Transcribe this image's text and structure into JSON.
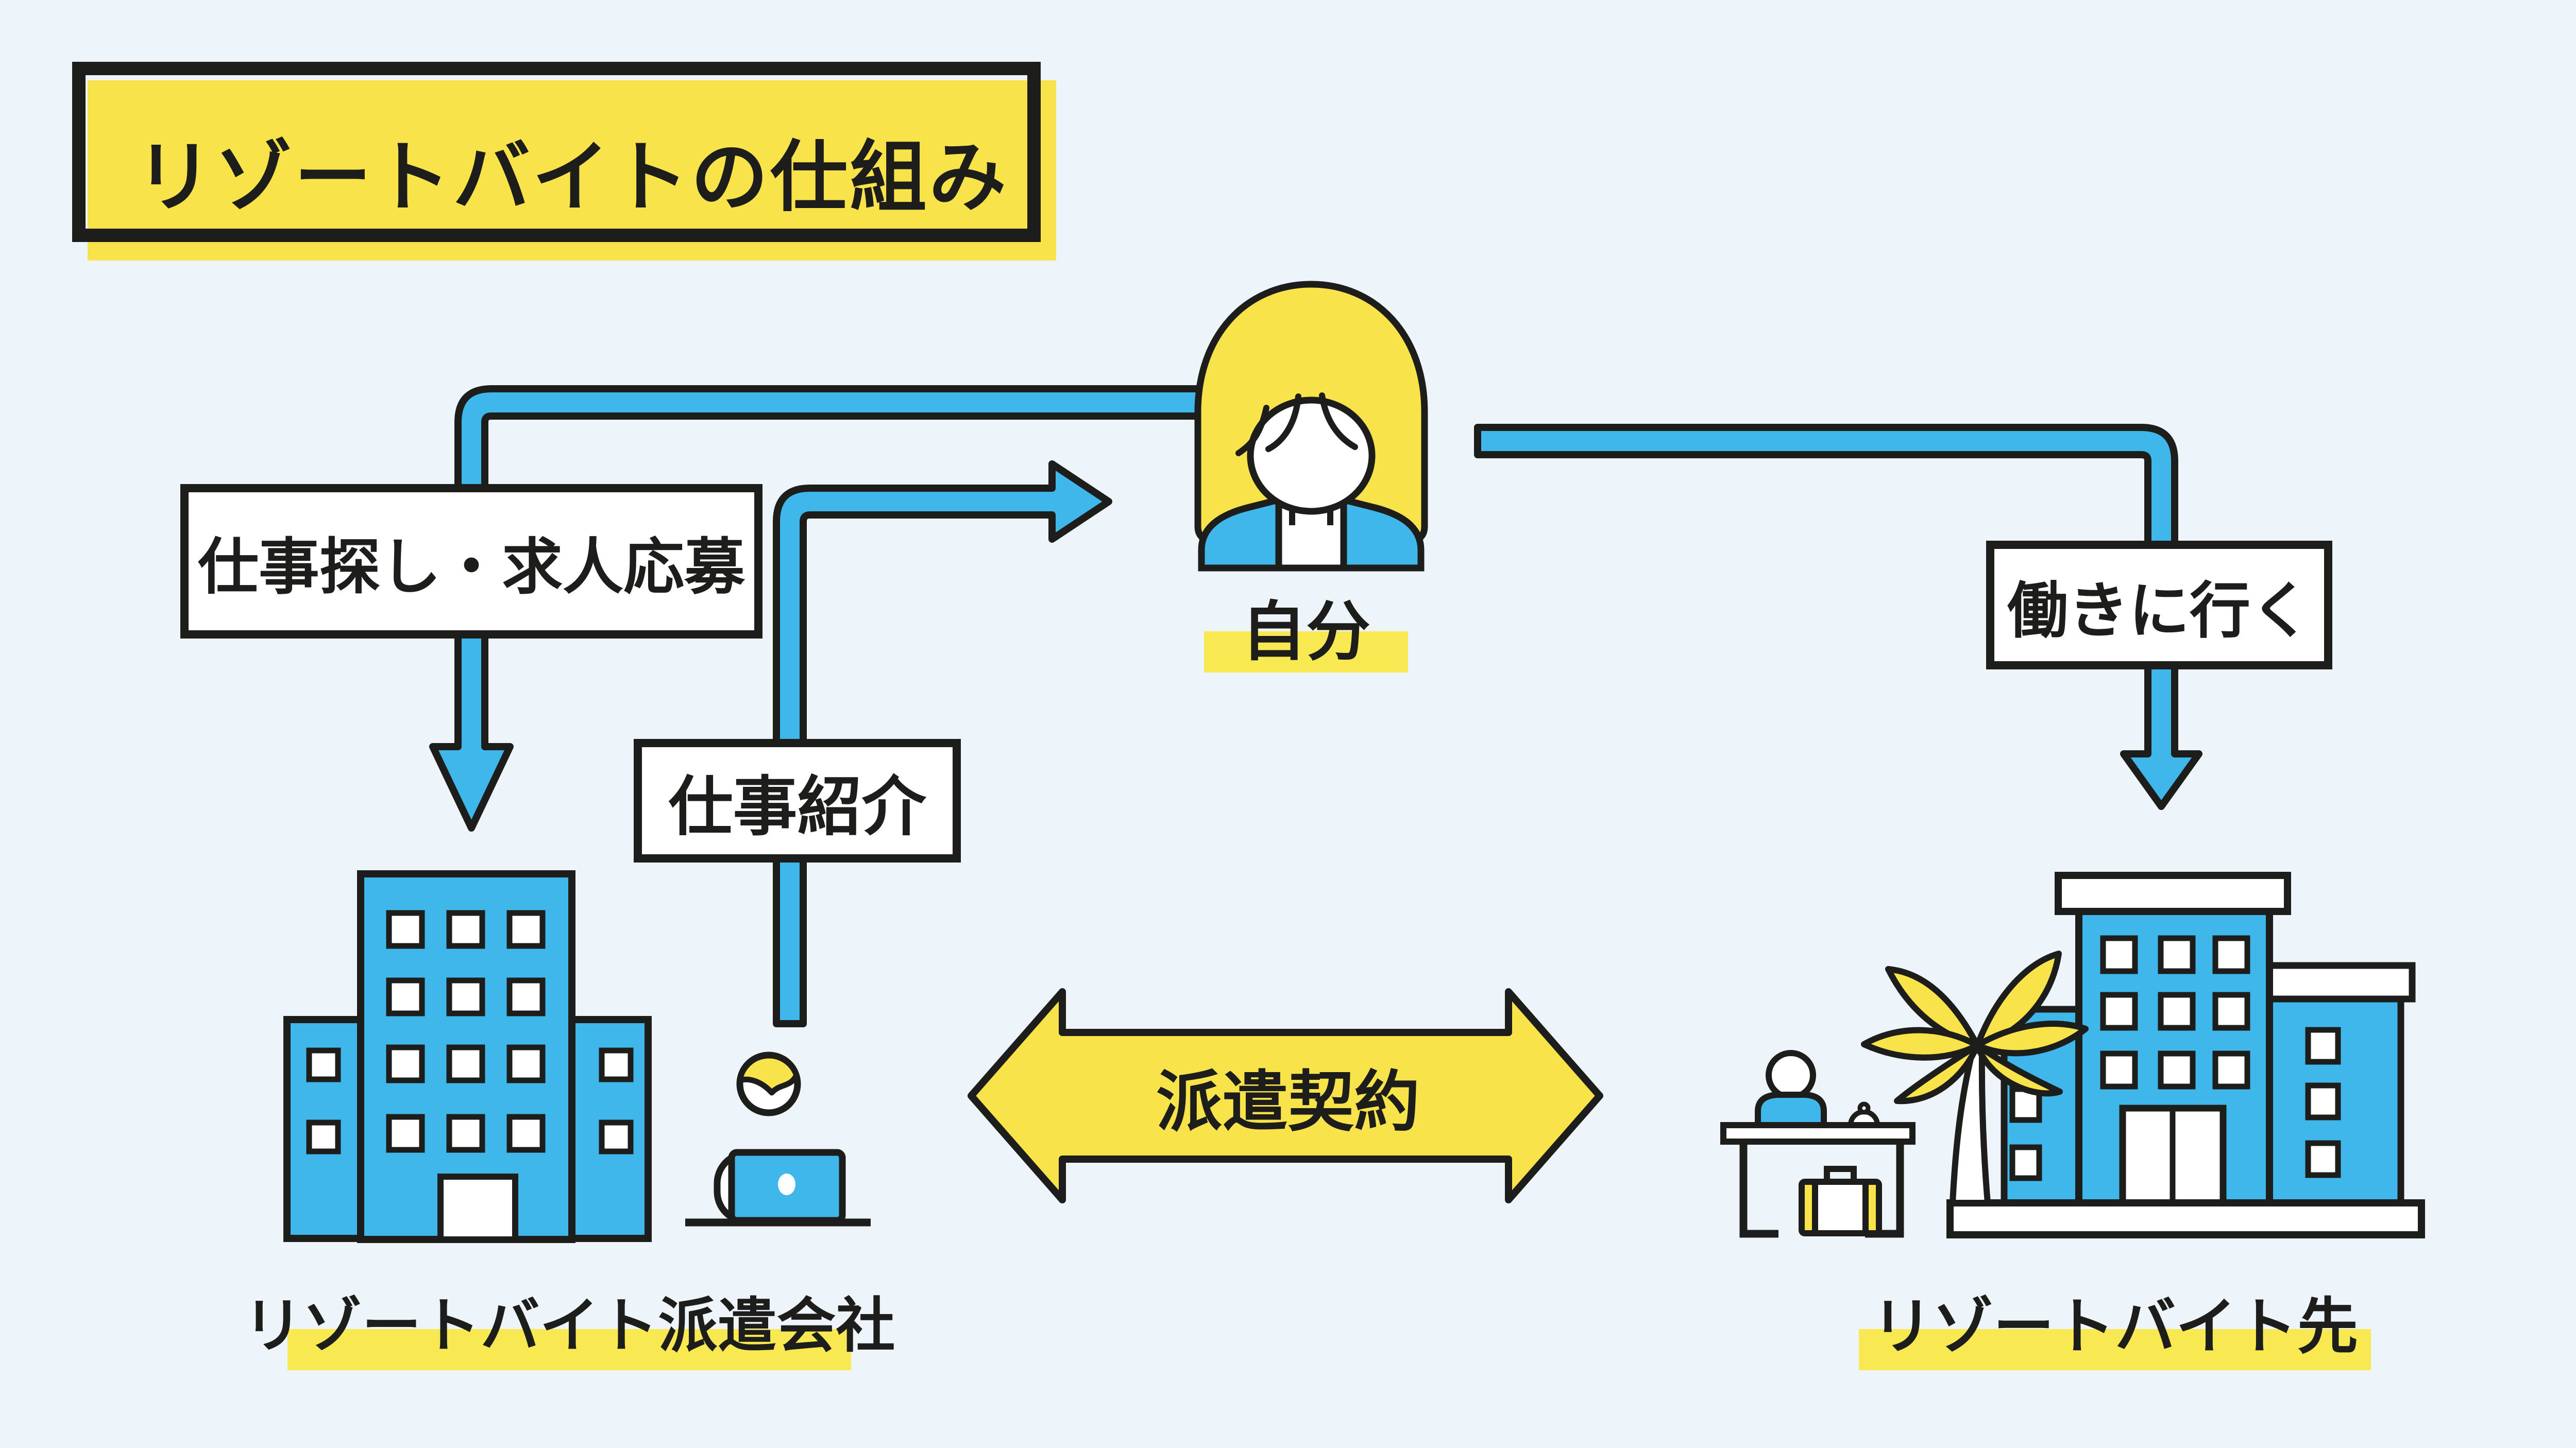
{
  "title": "リゾートバイトの仕組み",
  "nodes": {
    "self": {
      "label": "自分"
    },
    "agency": {
      "label": "リゾートバイト派遣会社"
    },
    "resort": {
      "label": "リゾートバイト先"
    }
  },
  "edges": {
    "apply": {
      "label": "仕事探し・求人応募",
      "from": "自分",
      "to": "リゾートバイト派遣会社"
    },
    "intro": {
      "label": "仕事紹介",
      "from": "リゾートバイト派遣会社",
      "to": "自分"
    },
    "go_work": {
      "label": "働きに行く",
      "from": "自分",
      "to": "リゾートバイト先"
    },
    "contract": {
      "label": "派遣契約",
      "between": "リゾートバイト派遣会社 ⇔ リゾートバイト先"
    }
  },
  "icons": [
    "woman-person-icon",
    "office-building-icon",
    "laptop-worker-icon",
    "resort-hotel-icon",
    "palm-tree-icon",
    "reception-desk-icon",
    "suitcase-icon",
    "down-arrow-icon",
    "right-arrow-icon",
    "double-headed-arrow-icon"
  ],
  "colors": {
    "background": "#EDF4FA",
    "accent_blue": "#3FB7EB",
    "accent_yellow": "#F8E34B",
    "highlight_yellow": "#F8E851",
    "ink": "#1D1D1B",
    "box_fill": "#FFFFFF"
  }
}
